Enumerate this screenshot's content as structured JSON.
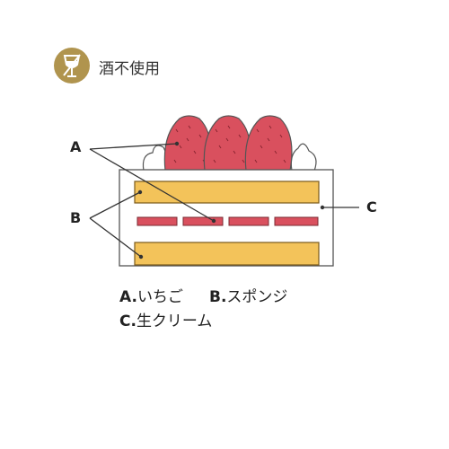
{
  "badge": {
    "icon": "no-alcohol-icon",
    "label": "酒不使用",
    "color": "#b0944e"
  },
  "callouts": {
    "a": "A",
    "b": "B",
    "c": "C"
  },
  "legend": {
    "a_key": "A.",
    "a_text": "いちご",
    "b_key": "B.",
    "b_text": "スポンジ",
    "c_key": "C.",
    "c_text": "生クリーム"
  },
  "colors": {
    "strawberry": "#d9505e",
    "sponge": "#f3c35a",
    "cream": "#ffffff",
    "outline": "#555555"
  }
}
